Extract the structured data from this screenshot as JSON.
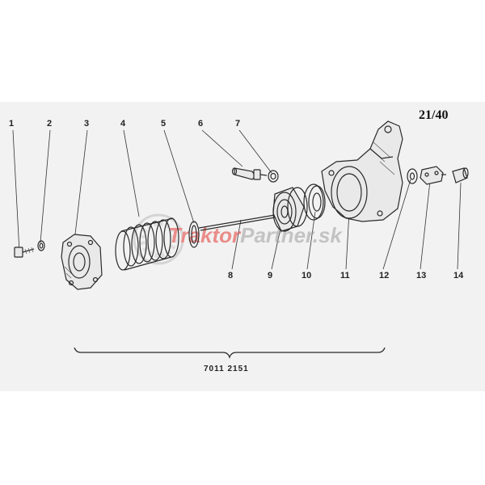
{
  "page_number": "21/40",
  "assembly_number": "7011  2151",
  "callouts": [
    "1",
    "2",
    "3",
    "4",
    "5",
    "6",
    "7",
    "8",
    "9",
    "10",
    "11",
    "12",
    "13",
    "14"
  ],
  "watermark": {
    "text_part1": "Traktor",
    "text_part2": "Partner",
    "text_part3": ".sk",
    "color_red": "#e53935",
    "color_gray": "#9e9e9e"
  }
}
